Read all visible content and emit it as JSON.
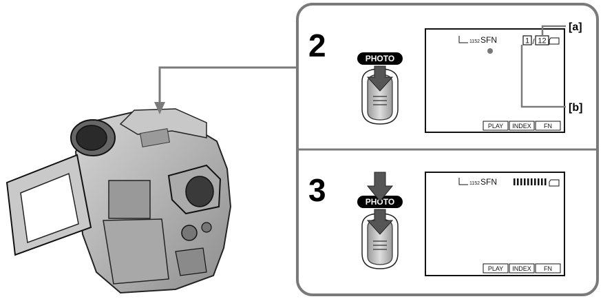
{
  "camera": {
    "description_icon": "camcorder-icon"
  },
  "step2": {
    "number": "2",
    "button_label": "PHOTO",
    "screen": {
      "size": "1152",
      "quality": "SFN",
      "counter_current": "1",
      "counter_sep": "/",
      "counter_total": "12",
      "buttons": [
        "PLAY",
        "INDEX",
        "FN"
      ]
    },
    "callouts": {
      "a": "[a]",
      "b": "[b]"
    }
  },
  "step3": {
    "number": "3",
    "button_label": "PHOTO",
    "screen": {
      "size": "1152",
      "quality": "SFN",
      "buttons": [
        "PLAY",
        "INDEX",
        "FN"
      ]
    }
  },
  "colors": {
    "panel_border": "#7a7a7a",
    "camera_fill": "#b8b8b8",
    "button_fill": "#d0d0d0",
    "photo_badge": "#000000"
  }
}
